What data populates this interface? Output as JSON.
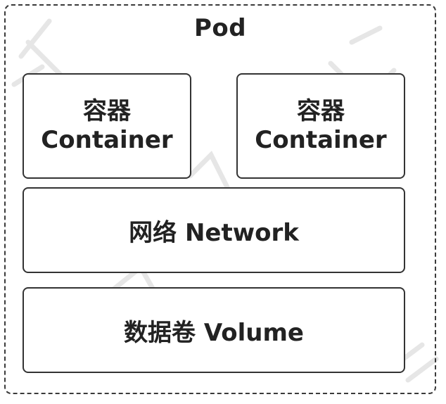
{
  "pod": {
    "title": "Pod"
  },
  "containers": [
    {
      "line1": "容器",
      "line2": "Container"
    },
    {
      "line1": "容器",
      "line2": "Container"
    }
  ],
  "network": {
    "label": "网络 Network"
  },
  "volume": {
    "label": "数据卷 Volume"
  },
  "colors": {
    "border": "#333333",
    "text": "#222222",
    "background": "#ffffff"
  }
}
